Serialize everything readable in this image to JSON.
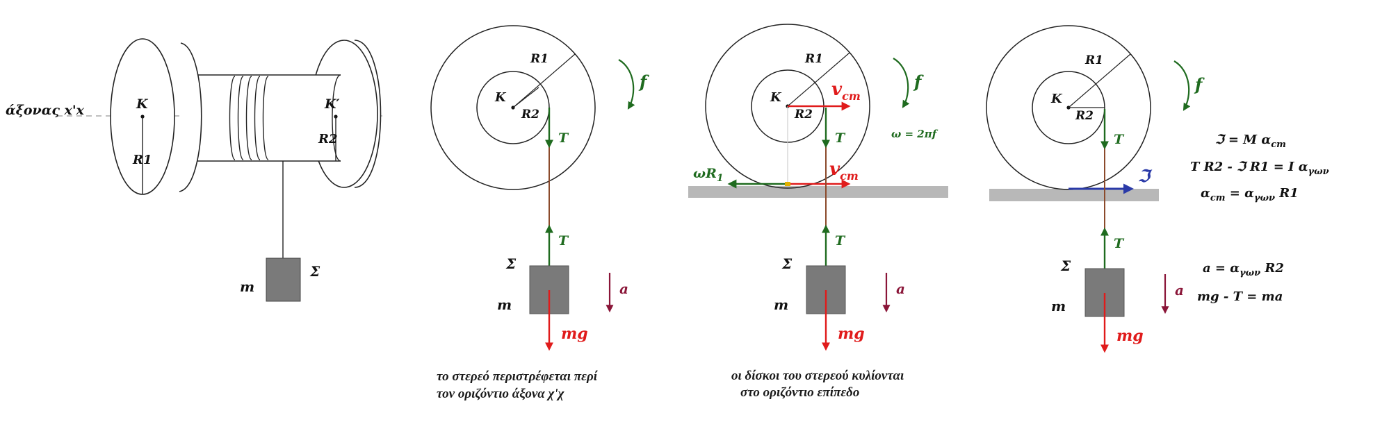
{
  "colors": {
    "tension": "#1f6b1f",
    "velocity": "#e01b1b",
    "weight": "#e01b1b",
    "acceleration": "#8a1538",
    "friction": "#2a3aa8",
    "rope": "#8b4a2b",
    "block": "#7a7a7a",
    "ground": "#b8b8b8",
    "frequency": "#1f6b1f"
  },
  "spool": {
    "axis_label": "άξονας x'x",
    "center_left": "K",
    "center_right": "K′",
    "radius_big": "R1",
    "radius_small": "R2",
    "block_label": "Σ",
    "mass_label": "m"
  },
  "panel1": {
    "center": "K",
    "radius_big": "R1",
    "radius_small": "R2",
    "frequency": "f",
    "tension_top": "T",
    "tension_bottom": "T",
    "block_label": "Σ",
    "mass_label": "m",
    "weight": "mg",
    "accel": "a",
    "caption_line1": "το στερεό περιστρέφεται περί",
    "caption_line2": "τον οριζόντιο άξονα χ'χ"
  },
  "panel2": {
    "center": "K",
    "radius_big": "R1",
    "radius_small": "R2",
    "frequency": "f",
    "omega_eq": "ω = 2πf",
    "vcm_top_main": "v",
    "vcm_top_sub": "cm",
    "vcm_bottom_main": "v",
    "vcm_bottom_sub": "cm",
    "omega_r_main": "ωR",
    "omega_r_sub": "1",
    "tension_top": "T",
    "tension_bottom": "T",
    "block_label": "Σ",
    "mass_label": "m",
    "weight": "mg",
    "accel": "a",
    "caption_line1": "οι δίσκοι του στερεού κυλίονται",
    "caption_line2": "στο οριζόντιο επίπεδο"
  },
  "panel3": {
    "center": "K",
    "radius_big": "R1",
    "radius_small": "R2",
    "frequency": "f",
    "friction": "ℑ",
    "tension_top": "T",
    "tension_bottom": "T",
    "block_label": "Σ",
    "mass_label": "m",
    "weight": "mg",
    "accel": "a",
    "eq1": "ℑ = M α",
    "eq1_sub": "cm",
    "eq2": "T R2 - ℑ R1 = I α",
    "eq2_sub": "γων",
    "eq3_a": "α",
    "eq3_a_sub": "cm",
    "eq3_b": " = α",
    "eq3_b_sub": "γων",
    "eq3_c": " R1",
    "eq4_a": "a = α",
    "eq4_a_sub": "γων",
    "eq4_b": " R2",
    "eq5": "mg - T = ma"
  }
}
